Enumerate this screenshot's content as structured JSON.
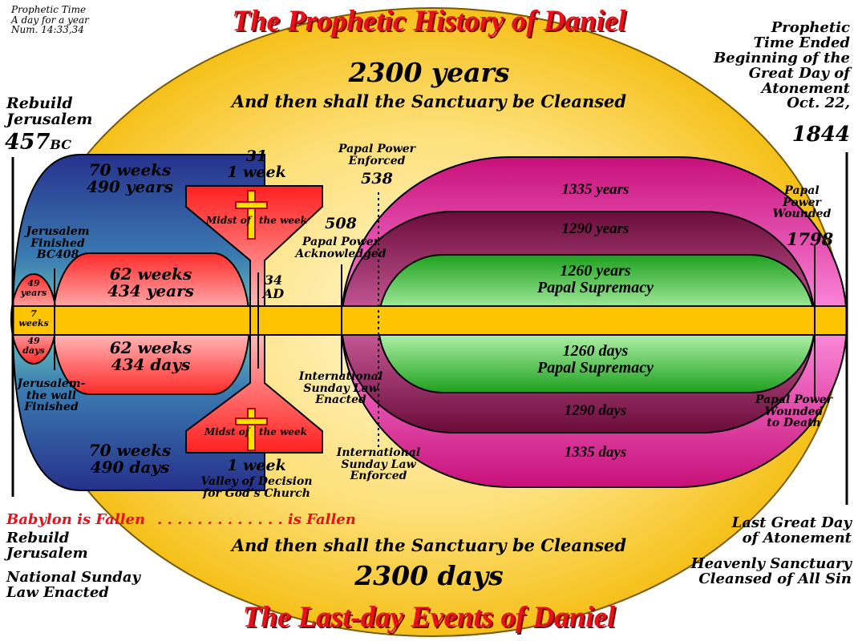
{
  "titles": {
    "top": "The Prophetic History of Daniel",
    "bottom": "The Last-day Events of Daniel"
  },
  "corner": {
    "prophetic_time": "Prophetic Time\nA day for a year\nNum. 14:33,34",
    "time_ended": "Prophetic\nTime Ended\nBeginning of the\nGreat Day of\nAtonement\nOct. 22,",
    "year_1844": "1844"
  },
  "outer": {
    "years": "2300 years",
    "days": "2300 days",
    "cleansed_top": "And then shall the Sanctuary be Cleansed",
    "cleansed_bottom": "And then shall the Sanctuary be Cleansed"
  },
  "left": {
    "rebuild": "Rebuild\nJerusalem",
    "year": "457",
    "bc": "BC",
    "seventy_weeks_years": "70 weeks\n490 years",
    "seventy_weeks_days": "70 weeks\n490 days",
    "jerusalem_finished": "Jerusalem\nFinished\nBC408",
    "wall_finished": "Jerusalem-\nthe wall\nFinished",
    "fortynine_years": "49\nyears",
    "seven_weeks": "7\nweeks",
    "fortynine_days": "49\ndays",
    "sixtytwo_years": "62 weeks\n434 years",
    "sixtytwo_days": "62 weeks\n434 days"
  },
  "middle": {
    "year31": "31\n1 week",
    "midst_top_a": "Midst of",
    "midst_top_b": "the week",
    "midst_bottom_a": "Midst of",
    "midst_bottom_b": "the week",
    "ad34": "34\nAD",
    "one_week": "1 week",
    "valley": "Valley of Decision\nfor God’s Church"
  },
  "papal": {
    "enforced": "Papal Power\nEnforced",
    "year538": "538",
    "year508": "508",
    "acknowledged": "Papal Power\nAcknowledged",
    "intl_enacted": "International\nSunday Law\nEnacted",
    "intl_enforced": "International\nSunday Law\nEnforced",
    "y1335": "1335 years",
    "y1290": "1290 years",
    "y1260": "1260 years\nPapal Supremacy",
    "d1260": "1260 days\nPapal Supremacy",
    "d1290": "1290 days",
    "d1335": "1335 days",
    "wounded": "Papal\nPower\nWounded",
    "year1798": "1798",
    "wounded_death": "Papal Power\nWounded\nto Death"
  },
  "bottom": {
    "babylon": "Babylon is Fallen",
    "is_fallen": ". . . . . . . . . . . . . is Fallen",
    "rebuild": "Rebuild\nJerusalem",
    "national": "National Sunday\nLaw Enacted",
    "last_day": "Last Great Day\nof Atonement",
    "heavenly": "Heavenly Sanctuary\nCleansed of All Sin"
  },
  "colors": {
    "outer_gold": "#f8c21a",
    "outer_light": "#fff3c4",
    "band": "#ffc400",
    "magenta": "#e01890",
    "maroon": "#7a0c40",
    "green": "#30b830",
    "navy": "#283890",
    "teal": "#3fb8a8",
    "red": "#e8101a"
  }
}
